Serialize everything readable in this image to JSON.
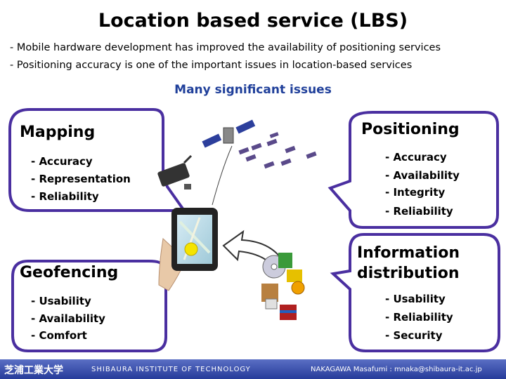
{
  "title": "Location based service (LBS)",
  "bullets": [
    "- Mobile hardware development has improved the availability of positioning services",
    "- Positioning accuracy is one of the important issues in location-based services"
  ],
  "subheading": "Many significant issues",
  "mapping": {
    "heading": "Mapping",
    "items": [
      "- Accuracy",
      "- Representation",
      "- Reliability"
    ]
  },
  "positioning": {
    "heading": "Positioning",
    "items": [
      "- Accuracy",
      "- Availability",
      "- Integrity",
      "- Reliability"
    ]
  },
  "geofencing": {
    "heading": "Geofencing",
    "items": [
      "- Usability",
      "- Availability",
      "- Comfort"
    ]
  },
  "information": {
    "heading_line1": "Information",
    "heading_line2": "distribution",
    "items": [
      "- Usability",
      "- Reliability",
      "- Security"
    ]
  },
  "footer": {
    "logo": "芝浦工業大学",
    "institute": "SHIBAURA INSTITUTE OF TECHNOLOGY",
    "author": "NAKAGAWA Masafumi : mnaka@shibaura-it.ac.jp"
  },
  "colors": {
    "bubble_border": "#4a2fa0",
    "subheading": "#1f3f9a",
    "footer_top": "#5a6fc4",
    "footer_bottom": "#263b9a"
  }
}
